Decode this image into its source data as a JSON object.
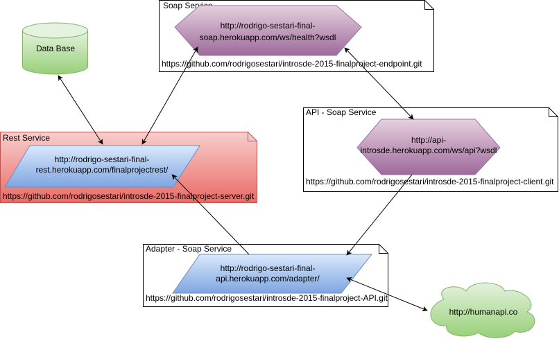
{
  "diagram": {
    "database": {
      "label": "Data Base"
    },
    "soap_service": {
      "title": "Soap Service",
      "endpoint_line1": "http://rodrigo-sestari-final-",
      "endpoint_line2": "soap.herokuapp.com/ws/health?wsdl",
      "repo": "https://github.com/rodrigosestari/introsde-2015-finalproject-endpoint.git"
    },
    "rest_service": {
      "title": "Rest Service",
      "endpoint_line1": "http://rodrigo-sestari-final-",
      "endpoint_line2": "rest.herokuapp.com/finalprojectrest/",
      "repo": "https://github.com/rodrigosestari/introsde-2015-finalproject-server.git"
    },
    "api_service": {
      "title": "API - Soap Service",
      "endpoint_line1": "http://api-",
      "endpoint_line2": "introsde.herokuapp.com/ws/api?wsdl",
      "repo": "https://github.com/rodrigosestari/introsde-2015-finalproject-client.git"
    },
    "adapter_service": {
      "title": "Adapter - Soap Service",
      "endpoint_line1": "http://rodrigo-sestari-final-",
      "endpoint_line2": "api.herokuapp.com/adapter/",
      "repo": "https://github.com/rodrigosestari/introsde-2015-finalproject-API.git"
    },
    "external": {
      "label": "http://humanapi.co"
    },
    "colors": {
      "green_fill": "#d5e8d4",
      "green_stroke": "#82b366",
      "purple_fill": "#e1d5e7",
      "purple_stroke": "#9673a6",
      "blue_fill": "#dae8fc",
      "blue_stroke": "#6c8ebf",
      "red_fill": "#f8cecc",
      "red_stroke": "#b85450"
    }
  }
}
